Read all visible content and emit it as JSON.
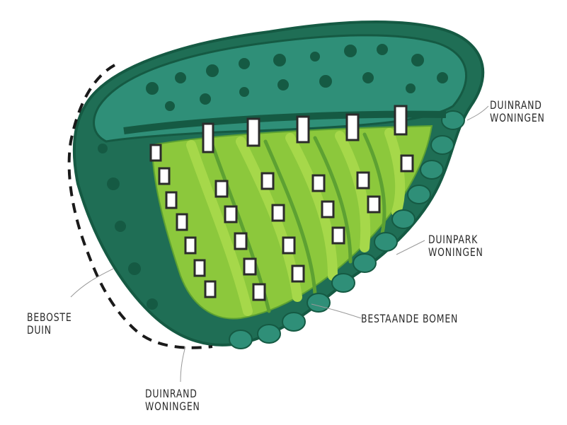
{
  "colors": {
    "dark_green": "#1f6e55",
    "deep_green": "#155a43",
    "teal": "#2f8f78",
    "light_green": "#8cc83c",
    "lime": "#a6d84a",
    "ink": "#2b2b2b"
  },
  "annotations": {
    "top_right": {
      "line1": "DUINRAND",
      "line2": "WONINGEN"
    },
    "mid_right": {
      "line1": "DUINPARK",
      "line2": "WONINGEN"
    },
    "bottom_mid": {
      "line1": "BESTAANDE BOMEN"
    },
    "left": {
      "line1": "BEBOSTE",
      "line2": "DUIN"
    },
    "bottom_left": {
      "line1": "DUINRAND",
      "line2": "WONINGEN"
    }
  }
}
